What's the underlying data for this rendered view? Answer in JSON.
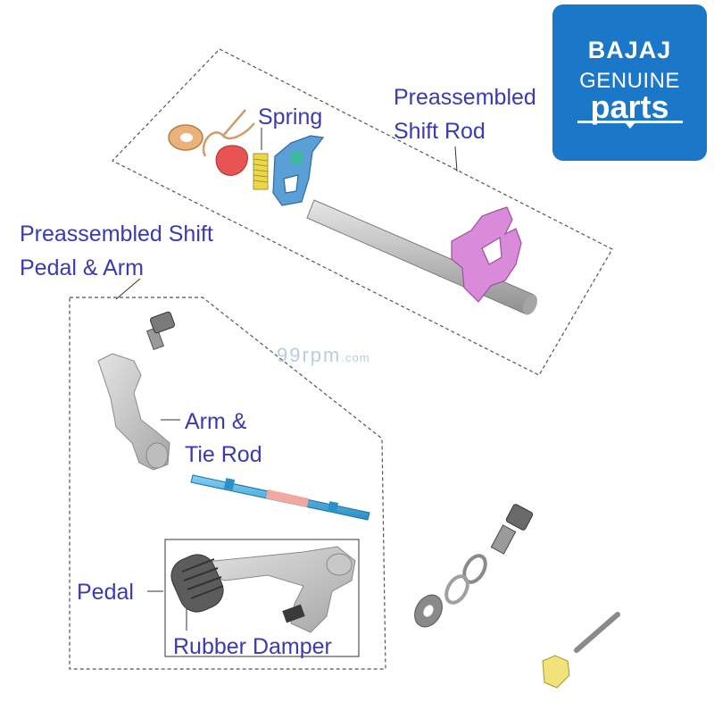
{
  "logo": {
    "brand": "BAJAJ",
    "line2": "GENUINE",
    "line3": "parts",
    "color": "#1b78c9"
  },
  "watermark": {
    "main": "99rpm",
    "suffix": ".com"
  },
  "labels": {
    "spring": "Spring",
    "shift_rod_1": "Preassembled",
    "shift_rod_2": "Shift Rod",
    "pedal_arm_1": "Preassembled Shift",
    "pedal_arm_2": "Pedal & Arm",
    "arm_tie_1": "Arm &",
    "arm_tie_2": "Tie Rod",
    "pedal": "Pedal",
    "rubber_damper": "Rubber Damper"
  },
  "colors": {
    "label_text": "#3b3bb0",
    "part_grey": "#c9c9c9",
    "shift_fork": "#d98ad8",
    "tie_rod": "#3aa9e0",
    "spring": "#e8d84a",
    "washer": "#e8b27a",
    "cam": "#e85454",
    "lever": "#5a9fd6",
    "nut": "#f2e27a"
  }
}
